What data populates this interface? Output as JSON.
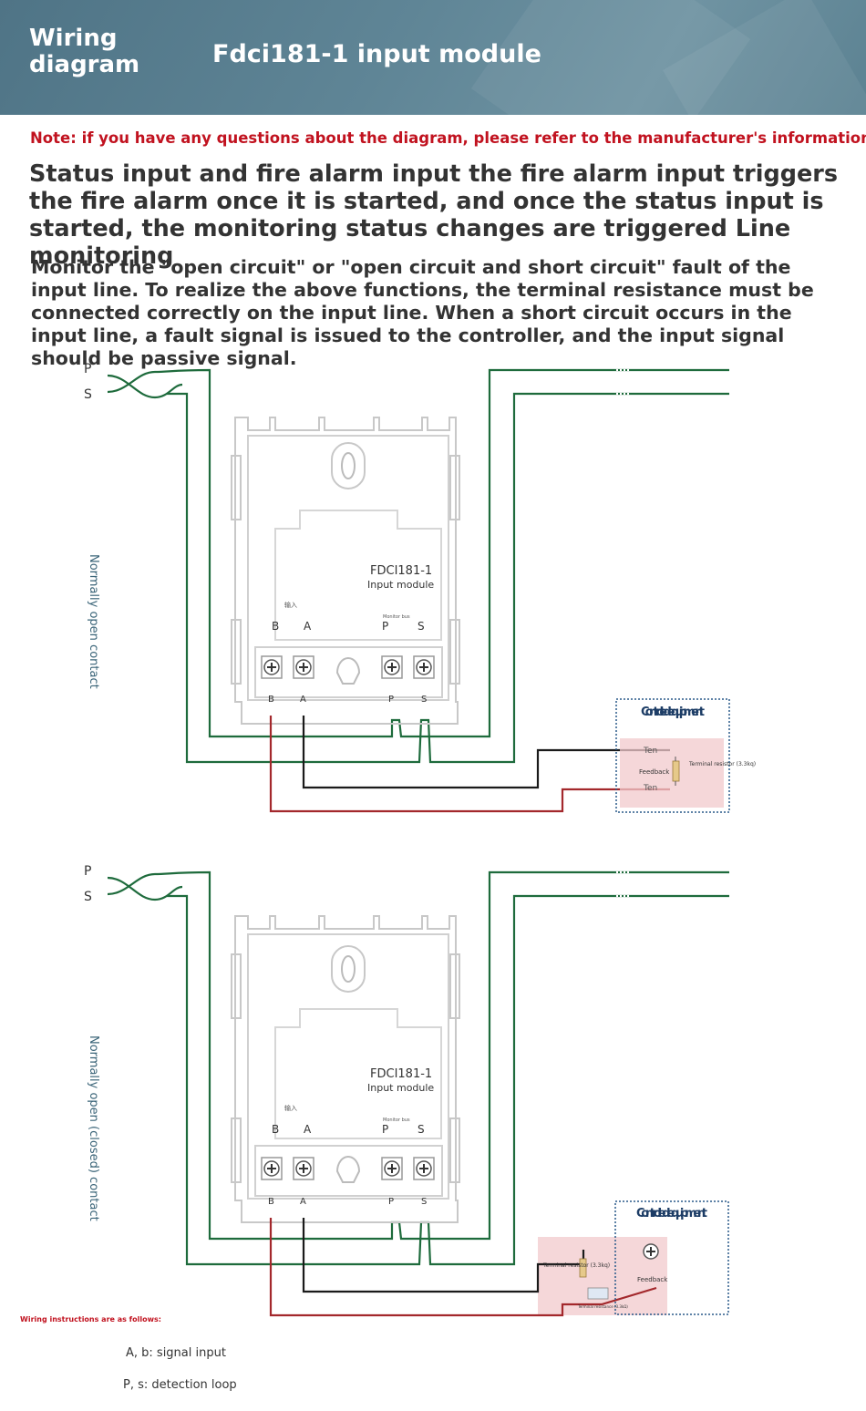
{
  "header": {
    "label": "Wiring diagram",
    "title": "Fdci181-1 input module"
  },
  "note": "Note: if you have any questions about the diagram, please refer to the manufacturer's information",
  "heading": "Status input and fire alarm input the fire alarm input triggers the fire alarm once it is started, and once the status input is started, the monitoring status changes are triggered Line monitoring",
  "paragraph": "Monitor the \"open circuit\" or \"open circuit and short circuit\" fault of the input line. To realize the above functions, the terminal resistance must be connected correctly on the input line. When a short circuit occurs in the input line, a fault signal is issued to the controller, and the input signal should be passive signal.",
  "diagram1": {
    "p_label": "P",
    "s_label": "S",
    "side_label": "Normally open contact",
    "module_name": "FDCI181-1",
    "module_sub": "Input module",
    "input_label": "输入",
    "small_tag": "Monitor bus",
    "pin_b": "B",
    "pin_a": "A",
    "pin_p": "P",
    "pin_s": "S",
    "equip_title": "Controlled equipment",
    "ten_top": "Ten",
    "ten_bottom": "Ten",
    "feedback": "Feedback",
    "terminal_resistor": "Terminal resistor (3.3kq)"
  },
  "diagram2": {
    "p_label": "P",
    "s_label": "S",
    "side_label": "Normally open (closed) contact",
    "module_name": "FDCI181-1",
    "module_sub": "Input module",
    "input_label": "输入",
    "small_tag": "Monitor bus",
    "pin_b": "B",
    "pin_a": "A",
    "pin_p": "P",
    "pin_s": "S",
    "equip_title": "Controlled equipment",
    "feedback": "Feedback",
    "terminal_resistor": "Terminal resistor (3.3kq)",
    "terminal_resistance": "Terminal resistance (3.3kΩ)"
  },
  "wiring_instructions": {
    "title": "Wiring instructions are as follows:",
    "line1": "A, b: signal input",
    "line2": "P, s: detection loop"
  },
  "colors": {
    "green_wire": "#1e6b3c",
    "red_wire": "#a3282c",
    "black_wire": "#1a1a1a",
    "note_red": "#c1121f",
    "header_bg": "#5a7f90",
    "dotted_box": "#2a5a8a",
    "pink_zone": "#f2c9cc"
  }
}
